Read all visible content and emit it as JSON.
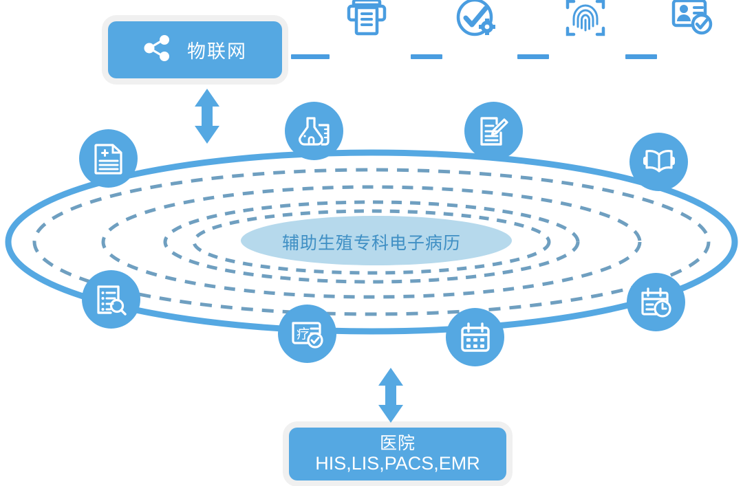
{
  "diagram": {
    "type": "orbit-hub-and-spoke",
    "center": {
      "label": "辅助生殖专科电子病历",
      "label_color": "#3f8fc4",
      "ellipse_fill": "#b6d9ec"
    },
    "colors": {
      "primary_blue": "#55a8e2",
      "icon_blue": "#4a9de0",
      "orbit_solid": "#55a8e2",
      "orbit_dashed": "#6f9fc0",
      "center_fill": "#b6d9ec",
      "card_shadow": "#f0f0f0",
      "white": "#ffffff"
    },
    "top_box": {
      "label": "物联网",
      "icon": "share-nodes-icon"
    },
    "bottom_box": {
      "line1": "医院",
      "line2": "HIS,LIS,PACS,EMR"
    },
    "connectors": [
      {
        "name": "iot-to-orbit",
        "icon": "double-arrow-vertical-icon"
      },
      {
        "name": "orbit-to-hospital",
        "icon": "double-arrow-vertical-icon"
      }
    ],
    "top_icons": [
      {
        "name": "printer-icon"
      },
      {
        "name": "check-gear-icon"
      },
      {
        "name": "fingerprint-scan-icon"
      },
      {
        "name": "id-card-check-icon"
      }
    ],
    "top_dashes": 4,
    "orbit_nodes": [
      {
        "name": "medical-record-plus-icon",
        "position": "upper-left"
      },
      {
        "name": "lab-flask-icon",
        "position": "top-left-center"
      },
      {
        "name": "document-edit-icon",
        "position": "top-right-center"
      },
      {
        "name": "open-book-icon",
        "position": "upper-right"
      },
      {
        "name": "calendar-clock-icon",
        "position": "lower-right"
      },
      {
        "name": "calendar-icon",
        "position": "bottom-right-center"
      },
      {
        "name": "medical-card-check-icon",
        "position": "bottom-left-center"
      },
      {
        "name": "document-search-icon",
        "position": "lower-left"
      }
    ],
    "rings": {
      "solid_outer": 1,
      "dashed": 4
    }
  }
}
